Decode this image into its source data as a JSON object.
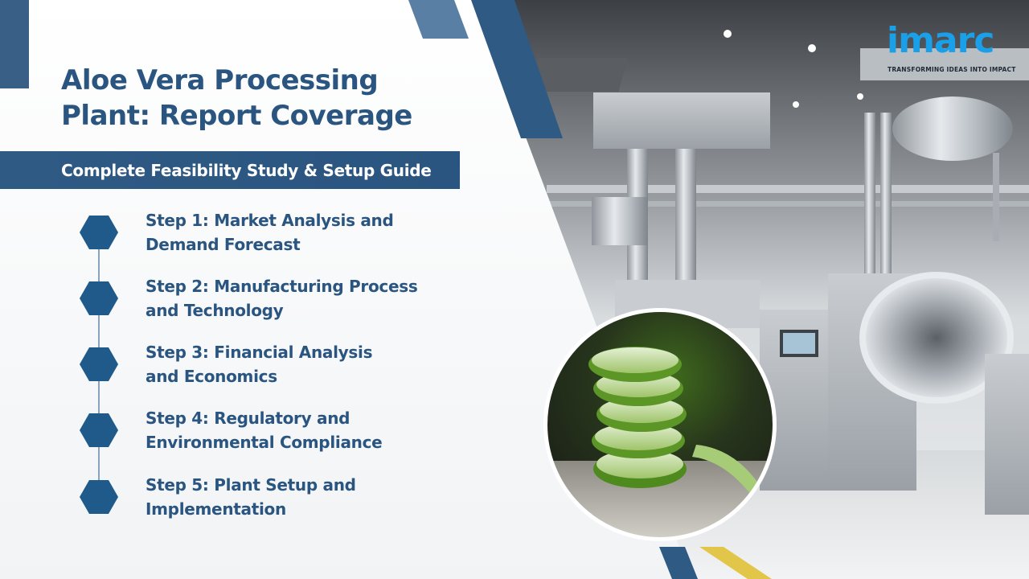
{
  "slide": {
    "title_line1": "Aloe Vera Processing",
    "title_line2": "Plant: Report Coverage",
    "subtitle": "Complete Feasibility Study & Setup Guide"
  },
  "steps": [
    {
      "line1": "Step 1: Market Analysis and",
      "line2": "Demand Forecast"
    },
    {
      "line1": "Step 2: Manufacturing Process",
      "line2": "and Technology"
    },
    {
      "line1": "Step 3: Financial Analysis",
      "line2": "and Economics"
    },
    {
      "line1": "Step 4: Regulatory and",
      "line2": "Environmental Compliance"
    },
    {
      "line1": "Step 5: Plant Setup and",
      "line2": "Implementation"
    }
  ],
  "logo": {
    "word": "imarc",
    "tagline": "TRANSFORMING IDEAS INTO IMPACT"
  },
  "colors": {
    "primary": "#2a5580",
    "accent": "#3a5f86",
    "logo_blue": "#1aa0e8",
    "hex_fill": "#1f5a8a"
  },
  "images": {
    "background_photo": "stainless-steel-processing-plant",
    "circle_photo": "stacked-aloe-vera-slices"
  }
}
